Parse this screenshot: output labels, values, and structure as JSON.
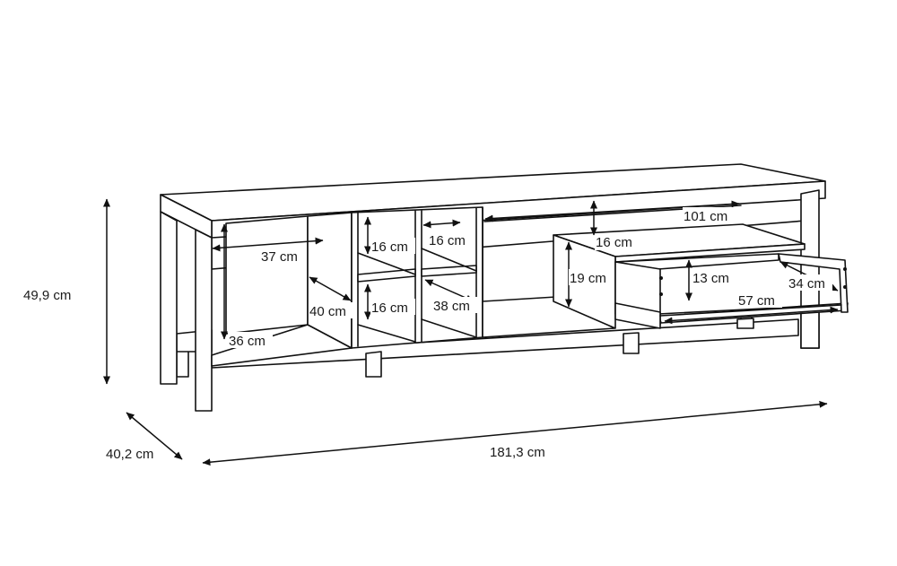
{
  "drawing": {
    "overall": {
      "height": "49,9 cm",
      "depth": "40,2 cm",
      "width": "181,3 cm"
    },
    "compartments": {
      "left_width": "37 cm",
      "left_height": "36 cm",
      "left_depth": "40 cm",
      "cubby_top_left_height": "16 cm",
      "cubby_top_right_width": "16 cm",
      "cubby_bottom_left_height": "16 cm",
      "cubby_depth": "38 cm",
      "right_width": "101 cm",
      "right_upper_height": "16 cm",
      "right_lower_height": "19 cm"
    },
    "drawer": {
      "height": "13 cm",
      "depth": "34 cm",
      "width": "57 cm"
    }
  }
}
